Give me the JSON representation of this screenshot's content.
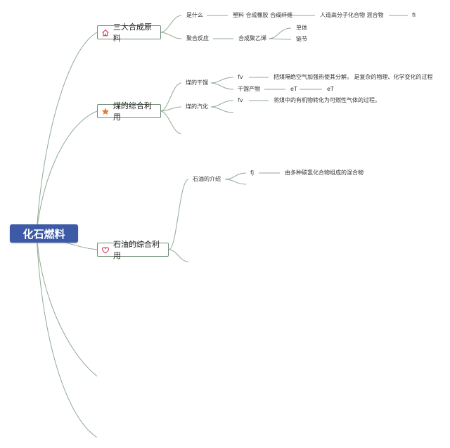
{
  "root": {
    "label": "化石燃料"
  },
  "topics": [
    {
      "label": "三大合成原料",
      "icon": "home-icon"
    },
    {
      "label": "煤的综合利用",
      "icon": "star-icon"
    },
    {
      "label": "石油的综合利用",
      "icon": "heart-icon"
    }
  ],
  "branch1": {
    "row1": {
      "a": "是什么",
      "b": "塑料 合成橡胶 合成纤维",
      "c": "人造高分子化合物 混合物",
      "d": "fi"
    },
    "row2": {
      "a": "聚合反应",
      "b": "合成聚乙烯",
      "c1": "单体",
      "c2": "链节"
    }
  },
  "branch2": {
    "dry": {
      "label": "煤的干馏",
      "fv": "fv",
      "desc": "把煤隔绝空气加强热使其分解。 是复杂的物理、化学变化的过程",
      "product": "干馏产物",
      "eT1": "eT",
      "eT2": "eT"
    },
    "gas": {
      "label": "煤的汽化",
      "fv": "fv",
      "desc": "将煤中的有机物转化为可燃性气体的过程。"
    }
  },
  "branch3": {
    "intro": {
      "label": "石油的介绍",
      "fj": "fj",
      "desc": "由多种碳氢化合物组成的混合物"
    }
  },
  "colors": {
    "root": "#3d5aa6",
    "line": "#6e8f76",
    "home": "#d9466b",
    "star": "#e07a3a",
    "heart": "#d9466b"
  }
}
